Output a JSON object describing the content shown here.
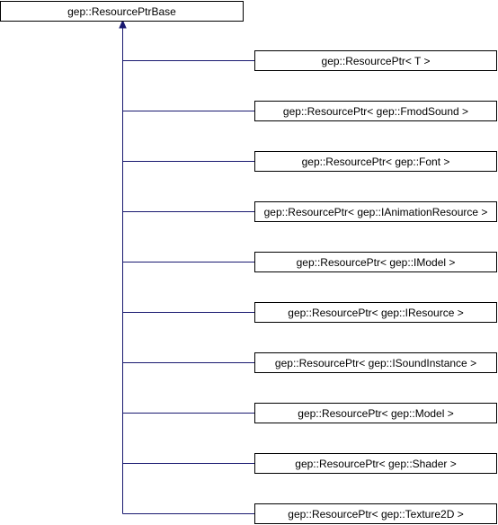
{
  "base_class": {
    "label": "gep::ResourcePtrBase"
  },
  "derived_classes": [
    {
      "label": "gep::ResourcePtr< T >"
    },
    {
      "label": "gep::ResourcePtr< gep::FmodSound >"
    },
    {
      "label": "gep::ResourcePtr< gep::Font >"
    },
    {
      "label": "gep::ResourcePtr< gep::IAnimationResource >"
    },
    {
      "label": "gep::ResourcePtr< gep::IModel >"
    },
    {
      "label": "gep::ResourcePtr< gep::IResource >"
    },
    {
      "label": "gep::ResourcePtr< gep::ISoundInstance >"
    },
    {
      "label": "gep::ResourcePtr< gep::Model >"
    },
    {
      "label": "gep::ResourcePtr< gep::Shader >"
    },
    {
      "label": "gep::ResourcePtr< gep::Texture2D >"
    }
  ],
  "colors": {
    "edge": "#191970",
    "box_stroke": "#000000",
    "box_fill": "#ffffff"
  }
}
